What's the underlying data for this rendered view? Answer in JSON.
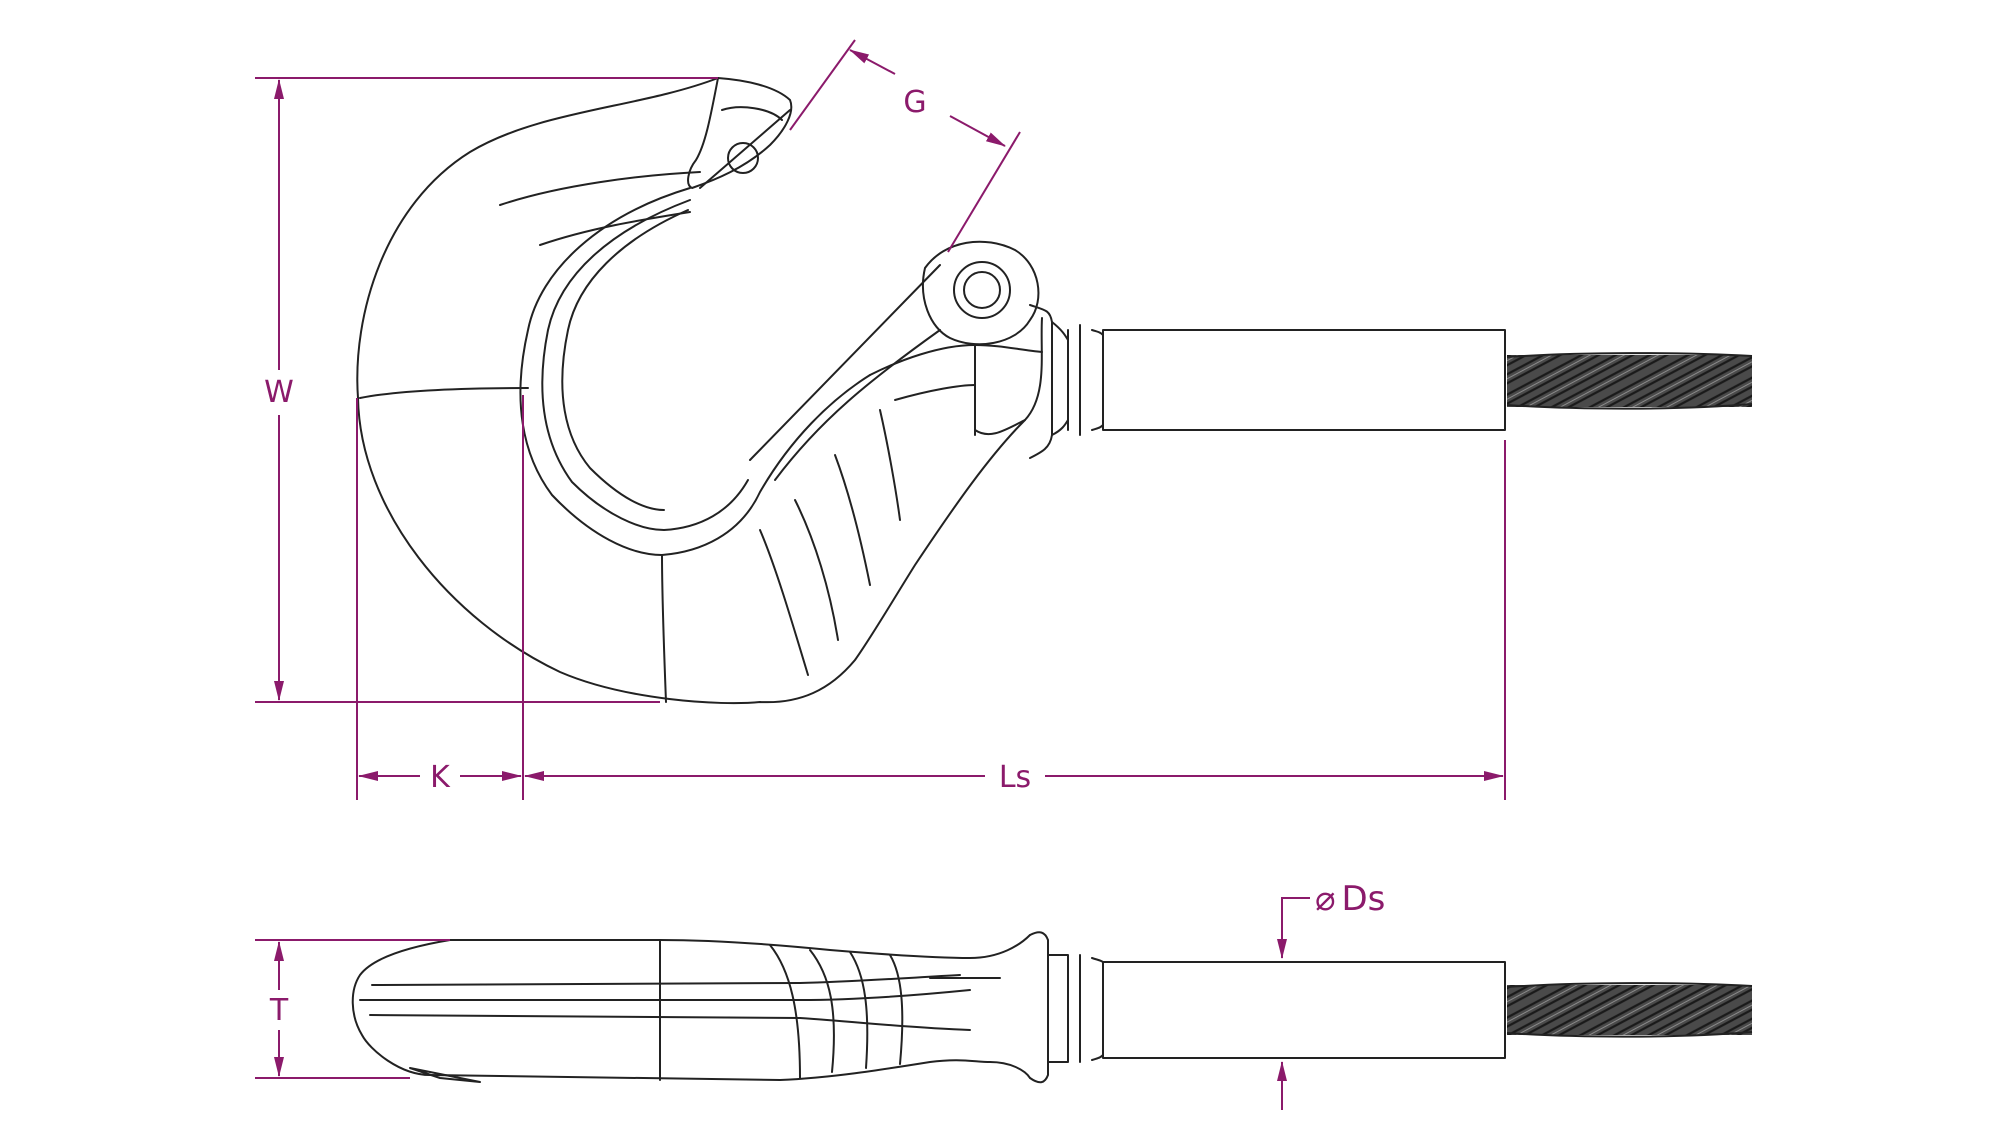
{
  "labels": {
    "gap_opening": "G",
    "hook_width": "W",
    "throat_offset": "K",
    "shank_length": "Ls",
    "thickness": "T",
    "shank_diameter_symbol": "⌀",
    "shank_diameter": "Ds"
  },
  "colors": {
    "dimension": "#8b1a6b",
    "outline": "#222222",
    "rope": "#3a3a3a",
    "background": "#ffffff"
  }
}
